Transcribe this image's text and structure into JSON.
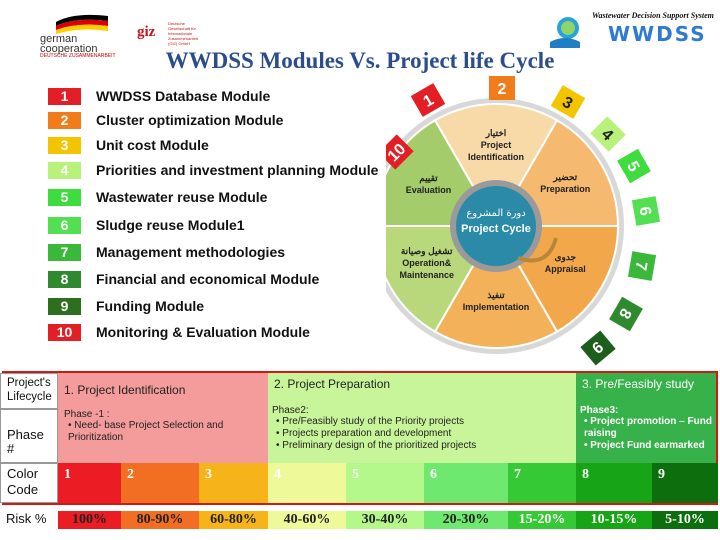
{
  "header": {
    "org1_line1": "german",
    "org1_line2": "cooperation",
    "org1_sub": "DEUTSCHE ZUSAMMENARBEIT",
    "org2": "giz",
    "org2_small": "Deutsche Gesellschaft für Internationale Zusammenarbeit (GIZ) GmbH",
    "system_title": "Wastewater Decision Support System",
    "logo_text": "WWDSS",
    "title": "WWDSS Modules Vs. Project life Cycle"
  },
  "modules": [
    {
      "num": "1",
      "label": "WWDSS Database Module",
      "color": "#e31e24"
    },
    {
      "num": "2",
      "label": "Cluster optimization Module",
      "color": "#f07c1a"
    },
    {
      "num": "3",
      "label": "Unit cost Module",
      "color": "#f5c400"
    },
    {
      "num": "4",
      "label": "Priorities  and investment planning Module",
      "color": "#b9f27a"
    },
    {
      "num": "5",
      "label": "Wastewater reuse Module",
      "color": "#3fdc3f"
    },
    {
      "num": "6",
      "label": "Sludge reuse Module1",
      "color": "#52e052"
    },
    {
      "num": "7",
      "label": "Management methodologies",
      "color": "#3ab83a"
    },
    {
      "num": "8",
      "label": "Financial and economical Module",
      "color": "#2f8a2f"
    },
    {
      "num": "9",
      "label": "Funding Module",
      "color": "#2d6e1f"
    },
    {
      "num": "10",
      "label": "Monitoring & Evaluation Module",
      "color": "#e31e24"
    }
  ],
  "cycle": {
    "center_ar": "دورة المشروع",
    "center_en": "Project Cycle",
    "segments": [
      {
        "ar": "اختيار",
        "en1": "Project",
        "en2": "Identification"
      },
      {
        "ar": "تحضير",
        "en1": "Preparation",
        "en2": ""
      },
      {
        "ar": "جدوى",
        "en1": "Appraisal",
        "en2": ""
      },
      {
        "ar": "تنفيذ",
        "en1": "Implementation",
        "en2": ""
      },
      {
        "ar": "تشغيل وصيانة",
        "en1": "Operation&",
        "en2": "Maintenance"
      },
      {
        "ar": "تقييم",
        "en1": "Evaluation",
        "en2": ""
      }
    ],
    "ring_numbers": [
      "1",
      "2",
      "3",
      "4",
      "5",
      "6",
      "7",
      "8",
      "9",
      "10"
    ]
  },
  "table": {
    "lifecycle_label": "Project's Lifecycle",
    "phase_label": "Phase #",
    "color_label": "Color Code",
    "risk_label": "Risk %",
    "stages": [
      {
        "title": "1.   Project Identification",
        "phase": "Phase -1 :",
        "bullets": [
          "Need- base Project Selection and Prioritization"
        ],
        "color": "#f49b9b"
      },
      {
        "title": "2.   Project Preparation",
        "phase": "Phase2:",
        "bullets": [
          "Pre/Feasibly study  of the Priority projects",
          "Projects preparation and development",
          "Preliminary design of the prioritized projects"
        ],
        "color": "#c8f59a"
      },
      {
        "title": "3.   Pre/Feasibly study",
        "phase": "Phase3:",
        "bullets": [
          "Project promotion – Fund raising",
          "Project Fund  earmarked"
        ],
        "color": "#37b14a"
      }
    ],
    "color_codes": [
      {
        "num": "1",
        "color": "#ec1c24"
      },
      {
        "num": "2",
        "color": "#f26e22"
      },
      {
        "num": "3",
        "color": "#f6b41a"
      },
      {
        "num": "4",
        "color": "#eefa9a"
      },
      {
        "num": "5",
        "color": "#b4f78a"
      },
      {
        "num": "6",
        "color": "#6ee86e"
      },
      {
        "num": "7",
        "color": "#36c936"
      },
      {
        "num": "8",
        "color": "#17a517"
      },
      {
        "num": "9",
        "color": "#0d6e0d"
      }
    ],
    "risks": [
      {
        "value": "100%",
        "color": "#ec1c24",
        "text_color": "#222"
      },
      {
        "value": "80-90%",
        "color": "#f26e22",
        "text_color": "#222"
      },
      {
        "value": "60-80%",
        "color": "#f6b41a",
        "text_color": "#222"
      },
      {
        "value": "40-60%",
        "color": "#eefa9a",
        "text_color": "#222"
      },
      {
        "value": "30-40%",
        "color": "#b4f78a",
        "text_color": "#222"
      },
      {
        "value": "20-30%",
        "color": "#6ee86e",
        "text_color": "#222"
      },
      {
        "value": "15-20%",
        "color": "#36c936",
        "text_color": "#fff"
      },
      {
        "value": "10-15%",
        "color": "#17a517",
        "text_color": "#fff"
      },
      {
        "value": "5-10%",
        "color": "#0d6e0d",
        "text_color": "#fff"
      }
    ]
  }
}
